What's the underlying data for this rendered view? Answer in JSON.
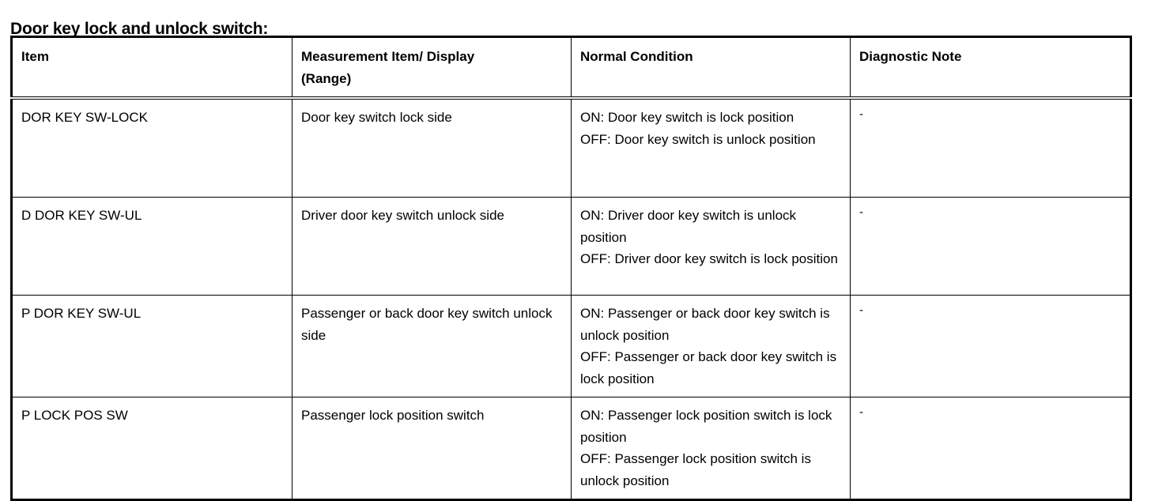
{
  "section": {
    "title": "Door key lock and unlock switch:"
  },
  "table": {
    "columns": [
      {
        "key": "item",
        "label": "Item"
      },
      {
        "key": "measurement",
        "label_line1": "Measurement Item/ Display",
        "label_line2": "(Range)"
      },
      {
        "key": "normal_condition",
        "label": "Normal Condition"
      },
      {
        "key": "diagnostic_note",
        "label": "Diagnostic Note"
      }
    ],
    "rows": [
      {
        "item": "DOR KEY SW-LOCK",
        "measurement": "Door key switch lock side",
        "normal_on": "ON: Door key switch is lock position",
        "normal_off": "OFF: Door key switch is unlock position",
        "diagnostic_note": "-"
      },
      {
        "item": "D DOR KEY SW-UL",
        "measurement": "Driver door key switch unlock side",
        "normal_on": "ON: Driver door key switch is unlock position",
        "normal_off": "OFF: Driver door key switch is lock position",
        "diagnostic_note": "-"
      },
      {
        "item": "P DOR KEY SW-UL",
        "measurement": "Passenger or back door key switch unlock side",
        "normal_on": "ON: Passenger or back door key switch is unlock position",
        "normal_off": "OFF: Passenger or back door key switch is lock position",
        "diagnostic_note": "-"
      },
      {
        "item": "P LOCK POS SW",
        "measurement": "Passenger lock position switch",
        "normal_on": "ON: Passenger lock position switch is lock position",
        "normal_off": "OFF: Passenger lock position switch is unlock position",
        "diagnostic_note": "-"
      }
    ]
  },
  "colors": {
    "text": "#000000",
    "background": "#ffffff",
    "border": "#000000"
  }
}
